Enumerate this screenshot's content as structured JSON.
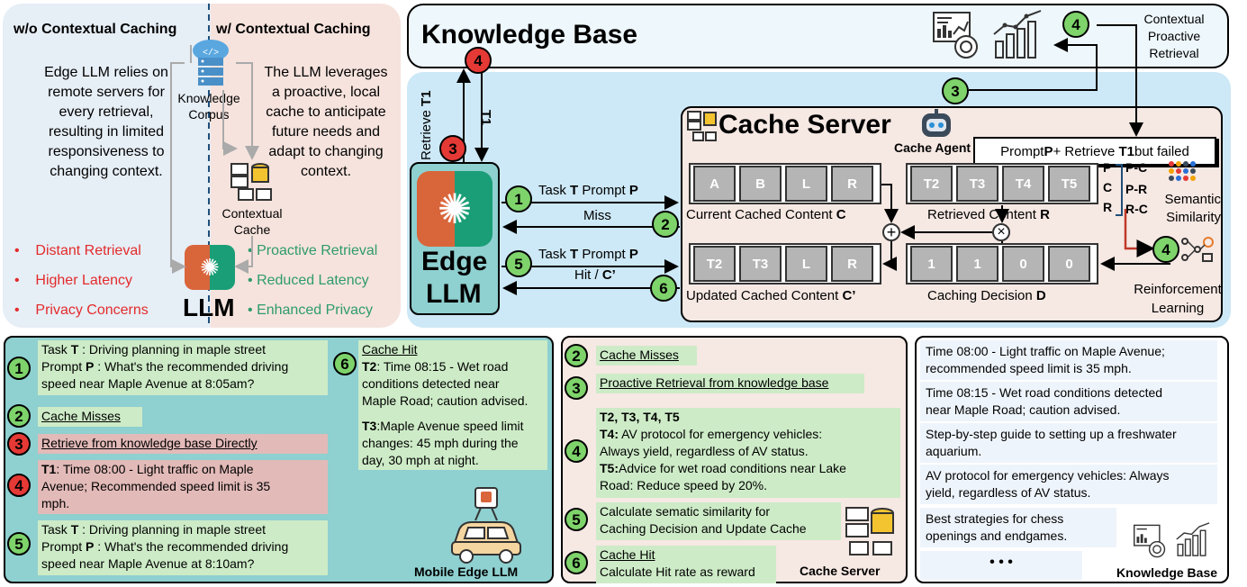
{
  "top_left": {
    "left_title": "w/o Contextual Caching",
    "right_title": "w/ Contextual Caching",
    "left_desc": [
      "Edge LLM relies on",
      "remote servers for",
      "every retrieval,",
      "resulting in limited",
      "responsiveness to",
      "changing context."
    ],
    "right_desc": [
      "The LLM leverages",
      "a proactive, local",
      "cache to anticipate",
      "future needs and",
      "adapt to changing",
      "context."
    ],
    "corpus_label": [
      "Knowledge",
      "Corpus"
    ],
    "cache_label": [
      "Contextual",
      "Cache"
    ],
    "llm_label": "LLM",
    "left_bullets": [
      "Distant Retrieval",
      "Higher Latency",
      "Privacy Concerns"
    ],
    "right_bullets": [
      "Proactive Retrieval",
      "Reduced Latency",
      "Enhanced Privacy"
    ],
    "bullet_symbol": "•",
    "red": "#e32b2b",
    "green": "#2e9b6e"
  },
  "kb_header": {
    "title": "Knowledge Base",
    "proactive_label": [
      "Contextual",
      "Proactive",
      "Retrieval"
    ]
  },
  "edge": {
    "retrieve_label": "Retrieve ",
    "retrieve_t": "T1",
    "t1_label": "T1",
    "edge_label": "Edge",
    "llm_label": "LLM"
  },
  "flow": {
    "msg1_pre": "Task ",
    "msg1_t": "T",
    "msg1_mid": " Prompt ",
    "msg1_p": "P",
    "miss": "Miss",
    "msg5_pre": "Task ",
    "msg5_t": "T",
    "msg5_mid": " Prompt ",
    "msg5_p": "P",
    "hit_pre": "Hit / ",
    "hit_c": "C’"
  },
  "cache_server": {
    "title": "Cache Server",
    "agent_label": "Cache Agent",
    "prompt_box": {
      "pre": "Prompt ",
      "p": "P",
      "mid": " + Retrieve ",
      "t1": "T1",
      "post": " but failed"
    },
    "current_cells": [
      "A",
      "B",
      "L",
      "R"
    ],
    "current_label": "Current Cached Content ",
    "current_c": "C",
    "retrieved_cells": [
      "T2",
      "T3",
      "T4",
      "T5"
    ],
    "retrieved_label": "Retrieved Content ",
    "retrieved_r": "R",
    "updated_cells": [
      "T2",
      "T3",
      "L",
      "R"
    ],
    "updated_label": "Updated Cached Content ",
    "updated_c": "C’",
    "decision_cells": [
      "1",
      "1",
      "0",
      "0"
    ],
    "decision_label": "Caching Decision ",
    "decision_d": "D",
    "pcr": [
      "P",
      "C",
      "R"
    ],
    "pairs": [
      "P-C",
      "P-R",
      "R-C"
    ],
    "semantic": [
      "Semantic",
      "Similarity"
    ],
    "reinforcement": [
      "Reinforcement",
      "Learning"
    ],
    "plus": "+",
    "times": "×"
  },
  "mobile_panel": {
    "step1_lines": [
      {
        "pre": "Task ",
        "b": "T",
        "post": " : Driving planning in maple street"
      },
      {
        "pre": "Prompt ",
        "b": "P",
        "post": " : What's the recommended driving"
      },
      {
        "pre": "speed near Maple Avenue at 8:05am?",
        "b": "",
        "post": ""
      }
    ],
    "step2": "Cache Misses",
    "step3": "Retrieve from knowledge base Directly",
    "step4_lines": [
      {
        "pre": "",
        "b": "T1",
        "post": ": Time 08:00 - Light traffic on Maple"
      },
      {
        "pre": "Avenue; Recommended speed limit is 35",
        "b": "",
        "post": ""
      },
      {
        "pre": "mph.",
        "b": "",
        "post": ""
      }
    ],
    "step5_lines": [
      {
        "pre": "Task ",
        "b": "T",
        "post": " : Driving planning in maple street"
      },
      {
        "pre": "Prompt ",
        "b": "P",
        "post": " : What's the recommended driving"
      },
      {
        "pre": "speed near Maple Avenue at 8:10am?",
        "b": "",
        "post": ""
      }
    ],
    "step6_title": "Cache Hit",
    "step6_t2_lines": [
      {
        "pre": "",
        "b": "T2",
        "post": ": Time 08:15 - Wet road"
      },
      {
        "pre": "conditions detected near",
        "b": "",
        "post": ""
      },
      {
        "pre": "Maple Road; caution advised.",
        "b": "",
        "post": ""
      }
    ],
    "step6_t3_lines": [
      {
        "pre": "",
        "b": "T3",
        "post": ":Maple Avenue speed limit"
      },
      {
        "pre": "changes: 45 mph during the",
        "b": "",
        "post": ""
      },
      {
        "pre": "day, 30 mph at night.",
        "b": "",
        "post": ""
      }
    ],
    "caption": "Mobile Edge LLM"
  },
  "cache_panel": {
    "step2": "Cache Misses",
    "step3": "Proactive Retrieval from knowledge base",
    "step4_lines": [
      {
        "pre": "",
        "b": "T2, T3, T4, T5",
        "post": ""
      },
      {
        "pre": "",
        "b": "T4:",
        "post": " AV protocol for emergency vehicles:"
      },
      {
        "pre": "Always yield, regardless of AV status.",
        "b": "",
        "post": ""
      },
      {
        "pre": "",
        "b": "T5:",
        "post": "Advice for wet road conditions near Lake"
      },
      {
        "pre": "Road: Reduce speed by 20%.",
        "b": "",
        "post": ""
      }
    ],
    "step5_lines": [
      "Calculate sematic similarity for",
      "Caching Decision  and Update Cache"
    ],
    "step6_title": "Cache Hit",
    "step6_text": "Calculate Hit rate as reward",
    "caption": "Cache Server"
  },
  "kb_panel": {
    "items": [
      [
        "Time 08:00 - Light traffic on Maple Avenue;",
        "recommended speed limit is 35 mph."
      ],
      [
        "Time 08:15 - Wet road conditions detected",
        "near Maple Road; caution advised."
      ],
      [
        "Step-by-step guide to setting up a freshwater",
        "aquarium."
      ],
      [
        "AV protocol for emergency vehicles: Always",
        "yield, regardless of AV status."
      ],
      [
        "Best strategies for chess",
        "openings and endgames."
      ]
    ],
    "ellipsis": "• • •",
    "caption": "Knowledge Base"
  },
  "colors": {
    "green_circle": "#7ed36b",
    "red_circle": "#e53935",
    "light_blue": "#cde8f6",
    "peach": "#f7e3dd",
    "teal": "#8fd0d0",
    "cache_bg": "#f6e8e3",
    "cell_gray": "#b5b5b5"
  }
}
